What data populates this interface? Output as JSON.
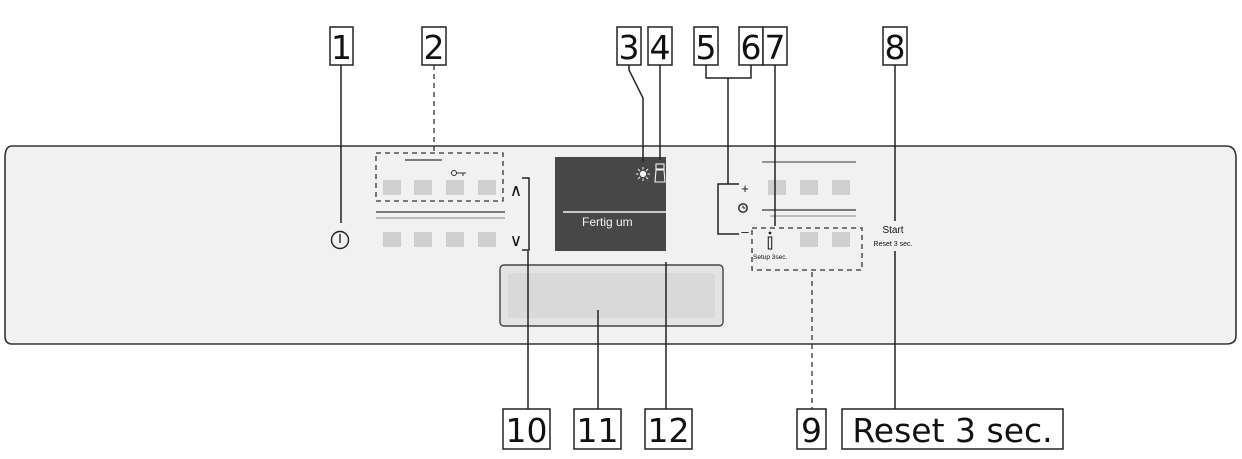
{
  "callouts": [
    "1",
    "2",
    "3",
    "4",
    "5",
    "6",
    "7",
    "8",
    "9",
    "10",
    "11",
    "12"
  ],
  "reset_callout": "Reset 3 sec.",
  "panel": {
    "display_text": "Fertig um",
    "plus_symbol": "+",
    "minus_symbol": "–",
    "start_label": "Start",
    "reset_small_label": "Reset 3 sec.",
    "setup_label": "Setup 3sec.",
    "up_arrow": "∧",
    "down_arrow": "∨",
    "icons": [
      "power-icon",
      "key-icon",
      "rinse-aid-icon",
      "salt-icon",
      "clock-icon",
      "info-icon"
    ]
  }
}
